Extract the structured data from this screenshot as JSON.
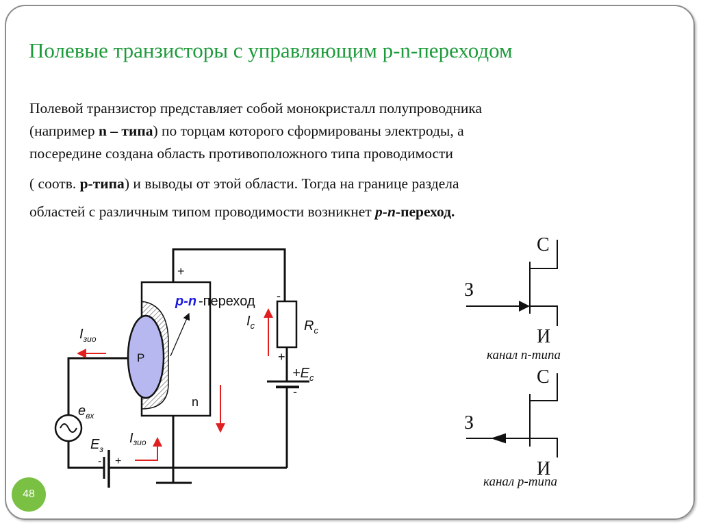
{
  "slide": {
    "title": "Полевые транзисторы с управляющим p-n-переходом",
    "page_number": "48",
    "body": {
      "line1": "Полевой транзистор представляет собой монокристалл полупроводника",
      "line2_a": "(например ",
      "line2_b": "n – типа",
      "line2_c": ") по торцам которого сформированы электроды, а",
      "line3": "посередине  создана область противоположного типа проводимости",
      "line4_a": " ( соотв. ",
      "line4_b": "р-типа",
      "line4_c": ") и выводы от этой области. Тогда на границе раздела",
      "line5_a": "областей с различным типом проводимости возникнет ",
      "line5_b": "p-n",
      "line5_c": "-переход."
    }
  },
  "circuit": {
    "plus_top": "+",
    "pn_label": "p-n",
    "junction_label": "-переход",
    "p_region": "P",
    "n_region": "n",
    "ic_label": "I",
    "ic_sub": "с",
    "rc_label": "R",
    "rc_sub": "с",
    "rc_minus": "-",
    "rc_plus": "+",
    "ec_label": "+E",
    "ec_sub": "с",
    "ec_minus": "-",
    "izio_label": "I",
    "izio_sub": "зио",
    "evx_label": "e",
    "evx_sub": "вх",
    "ez_label": "E",
    "ez_sub": "з",
    "ez_minus": "-",
    "ez_plus": "+",
    "izio2_label": "I",
    "izio2_sub": "зио"
  },
  "symbols": {
    "n_channel": {
      "drain": "С",
      "gate": "З",
      "source": "И",
      "caption": "канал n-типа"
    },
    "p_channel": {
      "drain": "С",
      "gate": "З",
      "source": "И",
      "caption": "канал p-типа"
    }
  },
  "colors": {
    "title": "#1d9a3a",
    "current_arrows": "#e02020",
    "p_region": "#b8b8f0",
    "pn_text": "#1a1adf",
    "page_badge": "#7ac143"
  }
}
